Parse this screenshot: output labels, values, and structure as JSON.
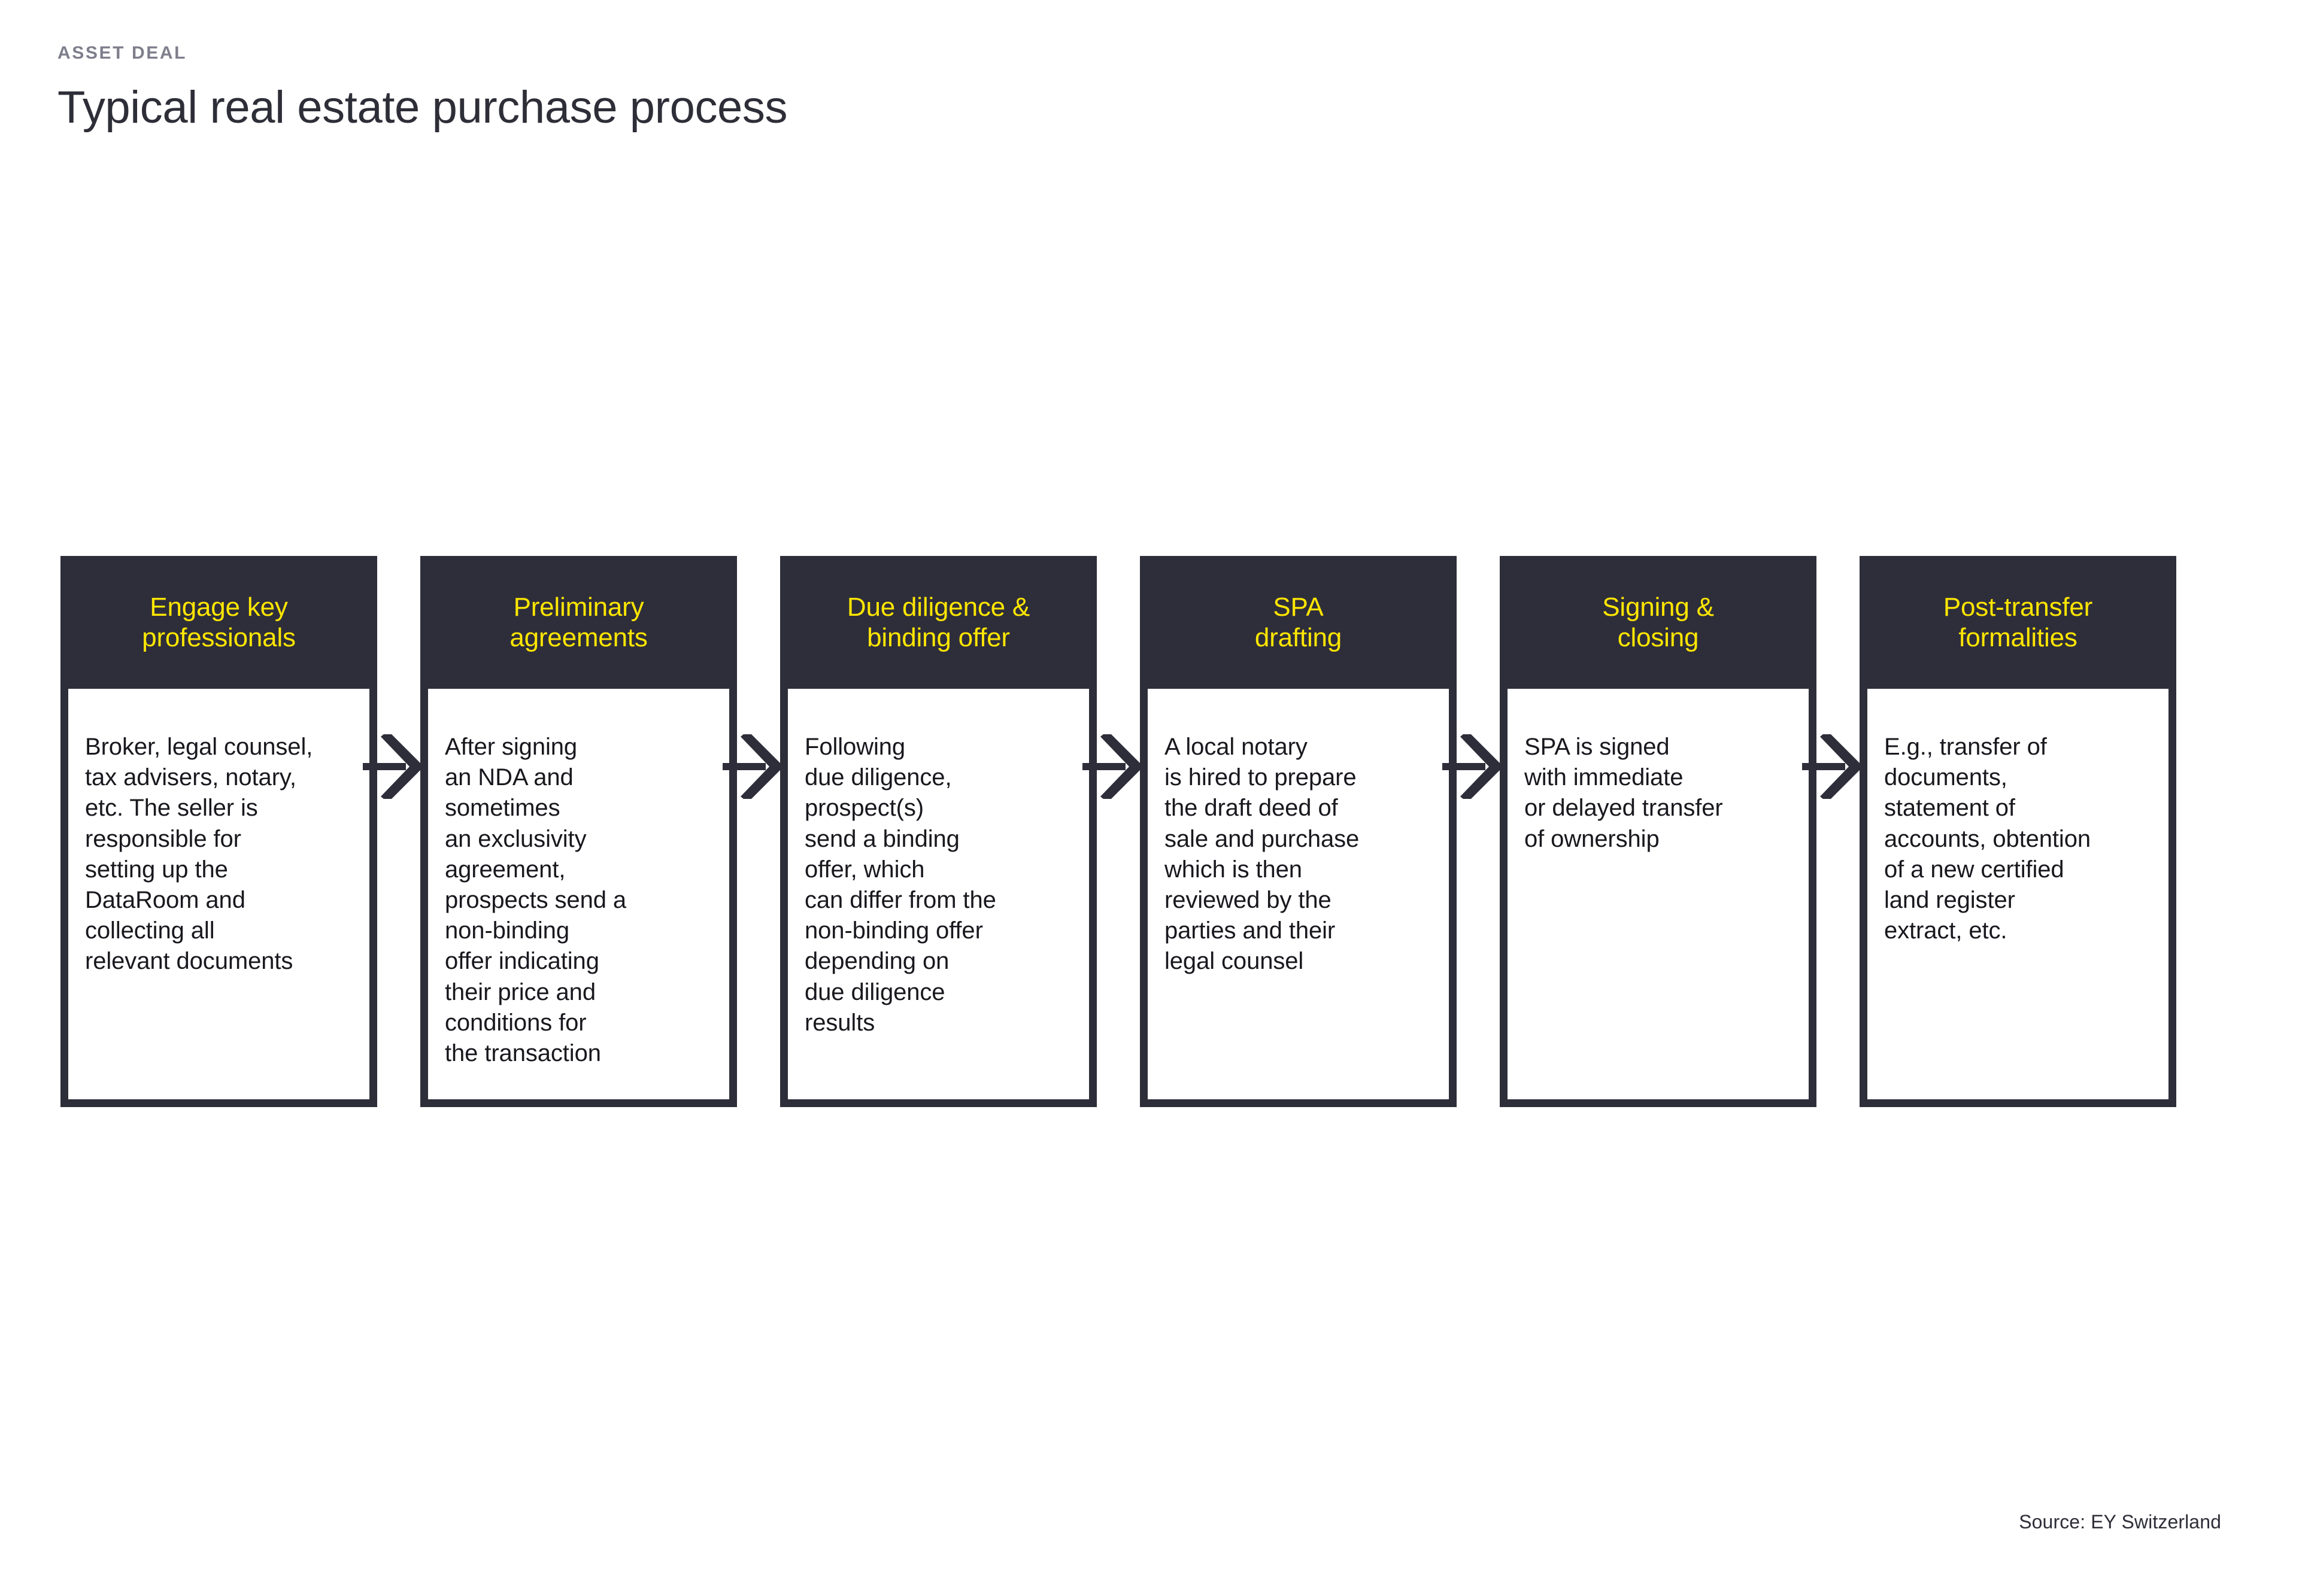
{
  "header": {
    "eyebrow": "ASSET DEAL",
    "title": "Typical real estate purchase process"
  },
  "theme": {
    "dark": "#2E2E3A",
    "accent_yellow": "#FFE600",
    "eyebrow_gray": "#7E7E8C",
    "body_text": "#18181E",
    "background": "#FFFFFF"
  },
  "process": {
    "steps": [
      {
        "id": "engage-key-professionals",
        "title": "Engage key\nprofessionals",
        "body": "Broker, legal counsel,\ntax advisers, notary,\netc. The seller is\nresponsible for\nsetting up the\nDataRoom and\ncollecting all\nrelevant documents"
      },
      {
        "id": "preliminary-agreements",
        "title": "Preliminary\nagreements",
        "body": "After signing\nan NDA and\nsometimes\nan exclusivity\nagreement,\nprospects send a\nnon-binding\noffer indicating\ntheir price and\nconditions for\nthe transaction"
      },
      {
        "id": "due-diligence-binding-offer",
        "title": "Due diligence &\nbinding offer",
        "body": "Following\ndue diligence,\nprospect(s)\nsend a binding\noffer, which\ncan differ from the\nnon-binding offer\ndepending on\ndue diligence\nresults"
      },
      {
        "id": "spa-drafting",
        "title": "SPA\ndrafting",
        "body": "A local notary\nis hired to prepare\nthe draft deed of\nsale and purchase\nwhich is then\nreviewed by the\nparties and their\nlegal counsel"
      },
      {
        "id": "signing-closing",
        "title": "Signing &\nclosing",
        "body": "SPA is signed\nwith immediate\nor delayed transfer\nof ownership"
      },
      {
        "id": "post-transfer-formalities",
        "title": "Post-transfer\nformalities",
        "body": "E.g., transfer of\ndocuments,\nstatement of\naccounts, obtention\nof a new certified\nland register\nextract, etc."
      }
    ],
    "connector_icon": "arrow-right-chevron",
    "connector_count": 5
  },
  "footer": {
    "source": "Source: EY Switzerland"
  }
}
